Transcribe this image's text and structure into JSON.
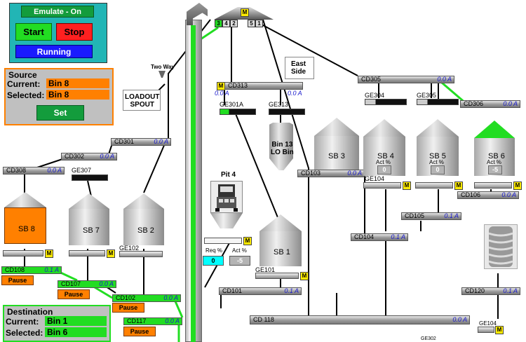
{
  "controls": {
    "emulate_label": "Emulate - On",
    "start_label": "Start",
    "stop_label": "Stop",
    "running_label": "Running"
  },
  "source": {
    "title": "Source",
    "current_label": "Current:",
    "current_value": "Bin 8",
    "selected_label": "Selected:",
    "selected_value": "Bin 8",
    "set_label": "Set"
  },
  "destination": {
    "title": "Destination",
    "current_label": "Current:",
    "current_value": "Bin 1",
    "selected_label": "Selected:",
    "selected_value": "Bin 6"
  },
  "labels": {
    "two_way": "Two Way",
    "loadout_spout": "LOADOUT\nSPOUT",
    "east_side": "East\nSide",
    "bin13": "Bin 13\nLO Bin",
    "pit4": "Pit 4",
    "req_pct": "Req %",
    "act_pct": "Act %",
    "req_value": "0",
    "act_value": "-5",
    "m": "M",
    "pause": "Pause"
  },
  "head_spouts": [
    "3",
    "4",
    "2",
    "5",
    "1"
  ],
  "conveyors": [
    {
      "id": "CD301",
      "amps": "0.0 A"
    },
    {
      "id": "CD302",
      "amps": "0.0 A"
    },
    {
      "id": "CD308",
      "amps": "0.0 A"
    },
    {
      "id": "CD313",
      "amps": ""
    },
    {
      "id": "CD305",
      "amps": "0.0 A"
    },
    {
      "id": "CD306",
      "amps": "0.0 A"
    },
    {
      "id": "CD103",
      "amps": "0.0 A"
    },
    {
      "id": "CD106",
      "amps": "0.0 A"
    },
    {
      "id": "CD105",
      "amps": "0.1 A"
    },
    {
      "id": "CD104",
      "amps": "0.1 A"
    },
    {
      "id": "CD101",
      "amps": "0.1 A"
    },
    {
      "id": "CD120",
      "amps": "0.1 A"
    },
    {
      "id": "CD 118",
      "amps": "0.0 A"
    },
    {
      "id": "CD108",
      "amps": "0.1 A"
    },
    {
      "id": "CD107",
      "amps": "0.0 A"
    },
    {
      "id": "CD102",
      "amps": "0.0 A"
    },
    {
      "id": "CD117",
      "amps": "0.0 A"
    }
  ],
  "cd313_amps_left": "0.0 A",
  "cd313_amps_right": "0.0 A",
  "gates": [
    "GE307",
    "GE301A",
    "GE313",
    "GE304",
    "GE305",
    "GE104",
    "GE102",
    "GE101",
    "GE104",
    "GE302"
  ],
  "bins": [
    {
      "name": "SB 8",
      "act_label": "",
      "act_value": ""
    },
    {
      "name": "SB 7",
      "act_label": "",
      "act_value": ""
    },
    {
      "name": "SB 2",
      "act_label": "",
      "act_value": ""
    },
    {
      "name": "SB 1",
      "act_label": "",
      "act_value": ""
    },
    {
      "name": "SB 3",
      "act_label": "",
      "act_value": ""
    },
    {
      "name": "SB 4",
      "act_label": "Act %",
      "act_value": "0"
    },
    {
      "name": "SB 5",
      "act_label": "Act %",
      "act_value": "0"
    },
    {
      "name": "SB 6",
      "act_label": "Act %",
      "act_value": "-5"
    }
  ],
  "colors": {
    "active_line": "#22dd22",
    "source_bin": "#ff8000",
    "dest_bin": "#22dd22",
    "panel_teal": "#22b5b5",
    "panel_gray": "#c0c0c0",
    "amps_text": "#1a1acc",
    "motor": "#ffeb00"
  }
}
